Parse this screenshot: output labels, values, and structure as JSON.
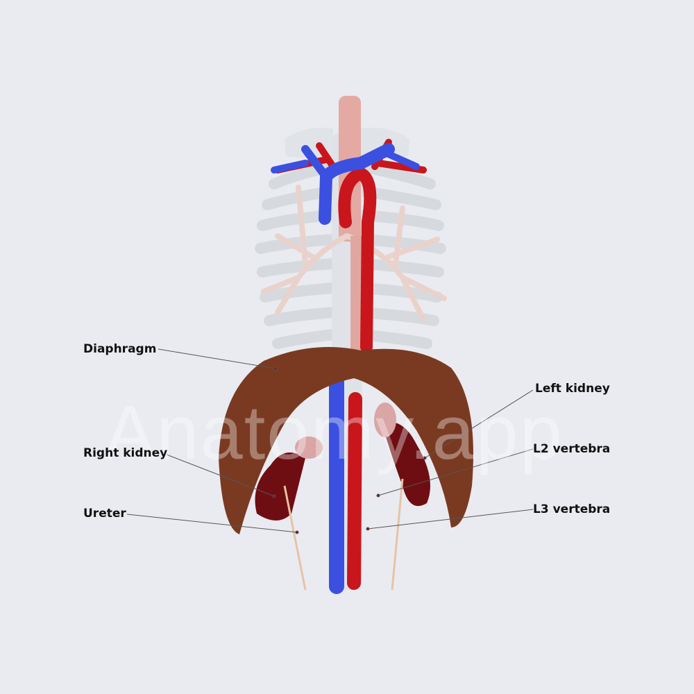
{
  "watermark": "Anatomy.app",
  "labels": {
    "diaphragm": "Diaphragm",
    "right_kidney": "Right kidney",
    "ureter": "Ureter",
    "left_kidney": "Left kidney",
    "l2_vertebra": "L2 vertebra",
    "l3_vertebra": "L3 vertebra"
  },
  "colors": {
    "background": "#e9ebf0",
    "vein": "#3b50e0",
    "artery": "#c8161c",
    "diaphragm": "#7a3a22",
    "kidney": "#6e0e12",
    "bone": "#dfe3e8"
  }
}
